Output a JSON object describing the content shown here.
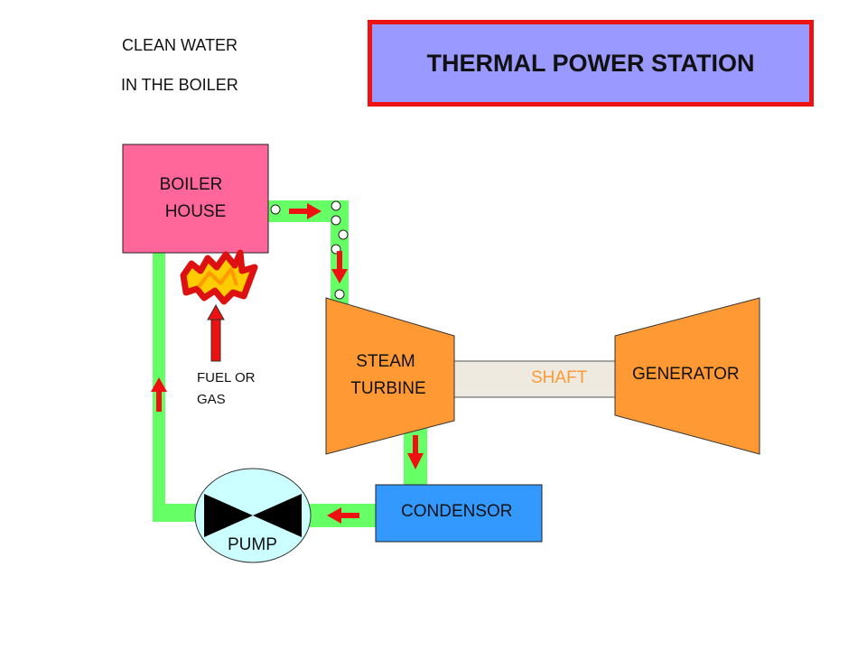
{
  "title": "THERMAL POWER STATION",
  "note_lines": [
    "CLEAN WATER",
    "IN THE BOILER"
  ],
  "components": {
    "boiler_lines": [
      "BOILER",
      "HOUSE"
    ],
    "turbine_lines": [
      "STEAM",
      "TURBINE"
    ],
    "generator": "GENERATOR",
    "shaft": "SHAFT",
    "condensor": "CONDENSOR",
    "pump": "PUMP",
    "fuel_lines": [
      "FUEL OR",
      "GAS"
    ]
  },
  "colors": {
    "pipe": "#66ff66",
    "arrow": "#ee1111",
    "boiler": "#ff6699",
    "turbine": "#ff9933",
    "condensor": "#3399ff",
    "pump": "#ccffff",
    "shaft": "#eeeae0",
    "shaft_text": "#ff9933",
    "title_bg": "#9999ff",
    "title_border": "#ee1111"
  }
}
